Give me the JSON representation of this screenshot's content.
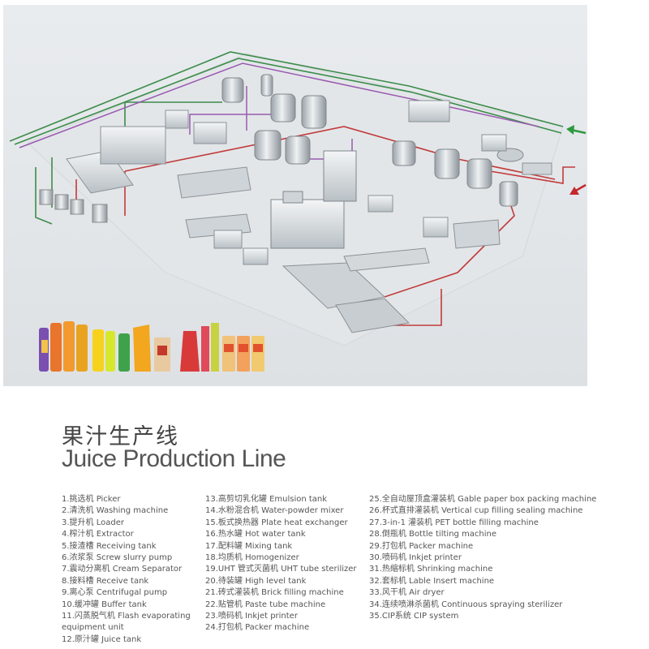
{
  "title": {
    "chinese": "果汁生产线",
    "english": "Juice Production Line"
  },
  "legend": {
    "column1": [
      "1.挑选机 Picker",
      "2.清洗机 Washing machine",
      "3.提升机 Loader",
      "4.榨汁机 Extractor",
      "5.接渣槽 Receiving tank",
      "6.浓浆泵 Screw slurry pump",
      "7.震动分离机 Cream Separator",
      "8.接料槽 Receive tank",
      "9.离心泵 Centrifugal pump",
      "10.缓冲罐 Buffer tank",
      "11.闪蒸脱气机 Flash evaporating equipment unit",
      "12.原汁罐 Juice tank"
    ],
    "column2": [
      "13.高剪切乳化罐 Emulsion tank",
      "14.水粉混合机 Water-powder mixer",
      "15.板式换热器 Plate heat exchanger",
      "16.热水罐 Hot water tank",
      "17.配料罐 Mixing tank",
      "18.均质机 Homogenizer",
      "19.UHT 管式灭菌机 UHT tube sterilizer",
      "20.待装罐 High level tank",
      "21.砖式灌装机 Brick filling machine",
      "22.贴管机 Paste tube machine",
      "23.喷码机 Inkjet printer",
      "24.打包机 Packer machine"
    ],
    "column3": [
      "25.全自动屋顶盒灌装机 Gable paper box packing machine",
      "26.杯式直排灌装机 Vertical cup filling sealing machine",
      "27.3-in-1 灌装机 PET bottle filling machine",
      "28.倒瓶机 Bottle tilting machine",
      "29.打包机 Packer machine",
      "30.喷码机 Inkjet printer",
      "31.热缩标机 Shrinking machine",
      "32.套标机 Lable Insert machine",
      "33.风干机 Air dryer",
      "34.连续喷淋杀菌机 Continuous spraying sterilizer",
      "35.CIP系统 CIP system"
    ]
  },
  "colors": {
    "pipe_green": "#3c8c4a",
    "pipe_purple": "#9a5ab0",
    "pipe_red": "#c23a3a",
    "arrow_green": "#2e9a3e",
    "arrow_red": "#c4282e"
  }
}
